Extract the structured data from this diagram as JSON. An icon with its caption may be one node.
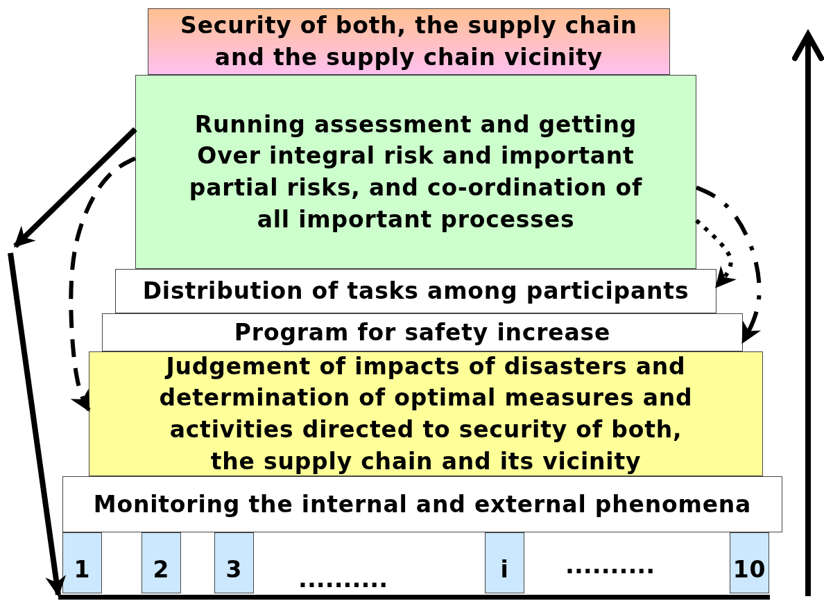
{
  "diagram": {
    "nodes": [
      {
        "text": [
          "Security of both, the supply chain and the supply chain vicinity"
        ]
      },
      {
        "text": [
          "Running assessment and getting Over integral risk and important partial risks, and co-ordination of all important processes"
        ]
      },
      {
        "text": [
          "Distribution of tasks among participants"
        ]
      },
      {
        "text": [
          "Program for safety increase"
        ]
      },
      {
        "text": [
          "Judgement of impacts of disasters and determination of optimal measures and activities directed to security of both, the supply chain and its vicinity"
        ]
      },
      {
        "text": [
          "Monitoring the internal and external phenomena"
        ]
      },
      {
        "text": [
          "1"
        ]
      },
      {
        "text": [
          "2"
        ]
      },
      {
        "text": [
          "3"
        ]
      },
      {
        "text": [
          "i"
        ]
      },
      {
        "text": [
          "10"
        ]
      },
      {
        "text": [],
        "shape": "bar"
      }
    ],
    "edges": [
      {
        "from": 1,
        "to": null,
        "arrow": "to"
      },
      {
        "from": 1,
        "to": 4,
        "arrow": "to",
        "style": "dashed"
      },
      {
        "from": 1,
        "to": 2,
        "arrow": "to",
        "style": "dashed"
      },
      {
        "from": 1,
        "to": 3,
        "arrow": "to",
        "style": "dashed"
      },
      {
        "from": null,
        "to": 11,
        "arrow": "to"
      }
    ],
    "labels": [
      "..........",
      ".........."
    ]
  }
}
